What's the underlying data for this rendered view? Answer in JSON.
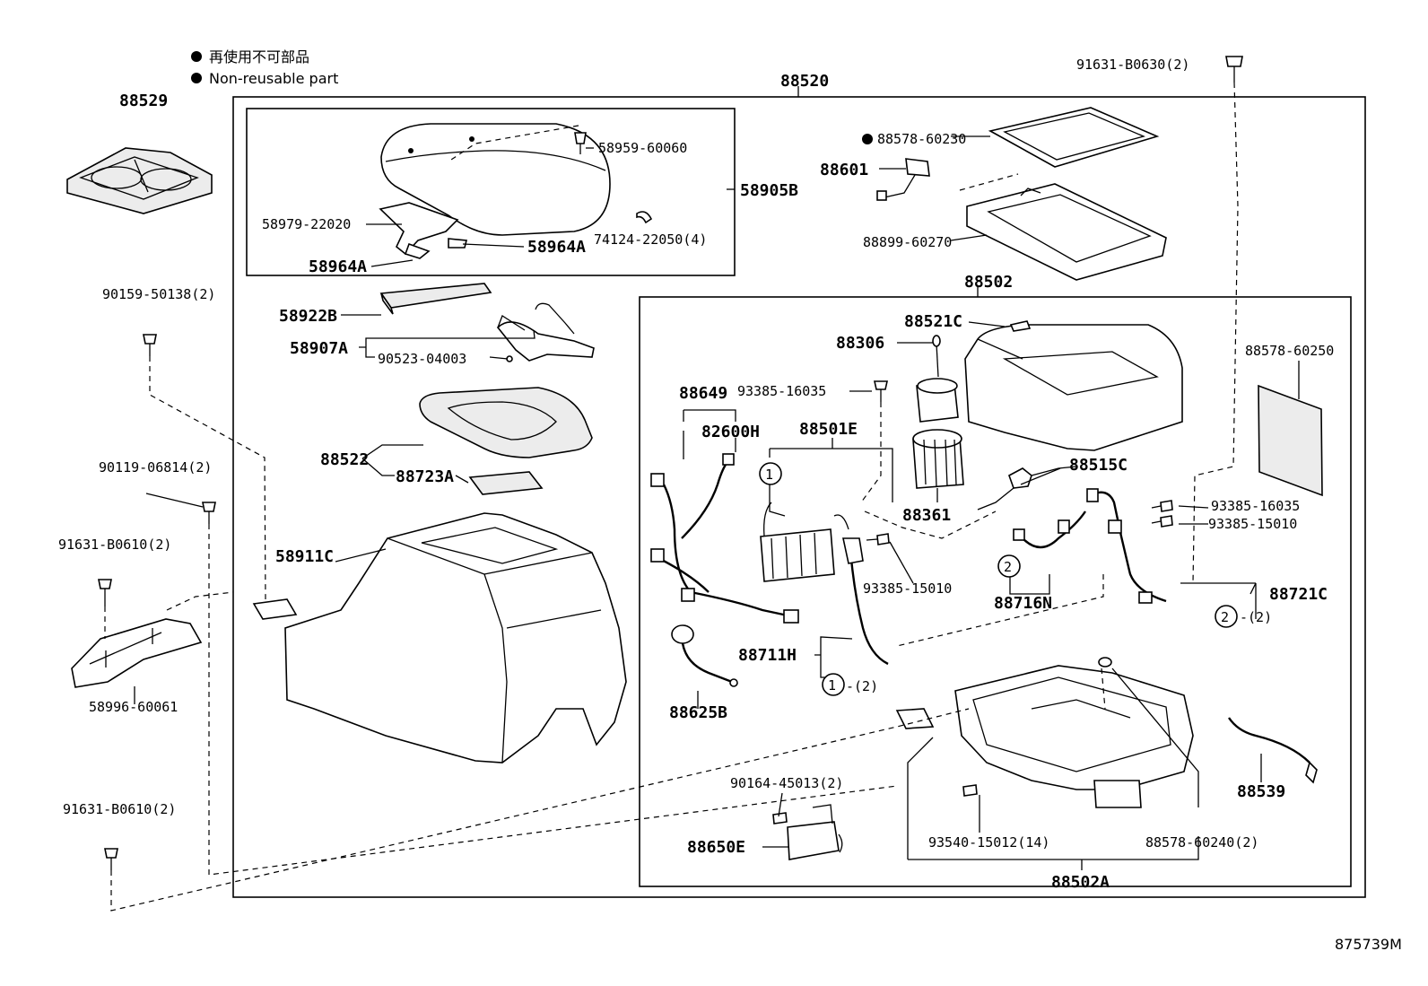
{
  "legend": {
    "jp": "再使用不可部品",
    "en": "Non-reusable part"
  },
  "figure_id": "875739M",
  "callouts": {
    "circle1": "1",
    "circle2": "2",
    "qty2": "-(2)"
  },
  "labels": {
    "p88529": "88529",
    "p88520": "88520",
    "p91631_B0630": "91631-B0630(2)",
    "p58959": "58959-60060",
    "p58905B": "58905B",
    "p58979": "58979-22020",
    "p74124": "74124-22050(4)",
    "p58964A_right": "58964A",
    "p58964A_left": "58964A",
    "p88578_60230": "88578-60230",
    "p88601": "88601",
    "p88899": "88899-60270",
    "p88502": "88502",
    "p90159": "90159-50138(2)",
    "p58922B": "58922B",
    "p58907A": "58907A",
    "p90523": "90523-04003",
    "p88521C": "88521C",
    "p88306": "88306",
    "p88578_60250": "88578-60250",
    "p93385_16035_top": "93385-16035",
    "p88649": "88649",
    "p82600H": "82600H",
    "p88501E": "88501E",
    "p88522": "88522",
    "p88723A": "88723A",
    "p88515C": "88515C",
    "p90119": "90119-06814(2)",
    "p88361": "88361",
    "p93385_16035_right": "93385-16035",
    "p93385_15010_right": "93385-15010",
    "p91631_B0610_a": "91631-B0610(2)",
    "p58911C": "58911C",
    "p93385_15010_mid": "93385-15010",
    "p88716N": "88716N",
    "p88721C": "88721C",
    "p88711H": "88711H",
    "p58996": "58996-60061",
    "p88625B": "88625B",
    "p88539": "88539",
    "p90164": "90164-45013(2)",
    "p91631_B0610_b": "91631-B0610(2)",
    "p93540": "93540-15012(14)",
    "p88578_60240": "88578-60240(2)",
    "p88650E": "88650E",
    "p88502A": "88502A"
  }
}
